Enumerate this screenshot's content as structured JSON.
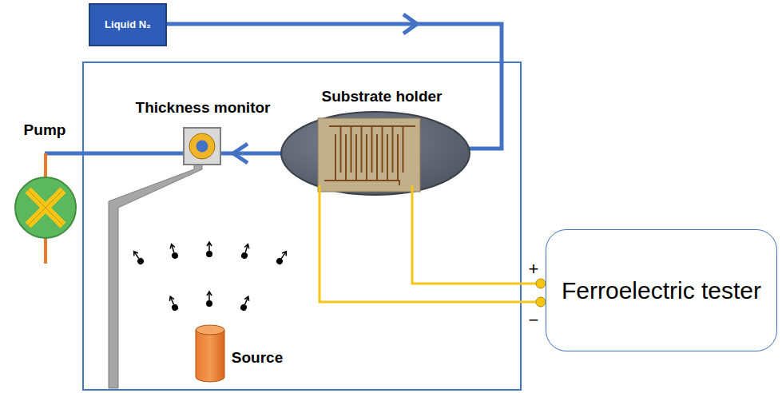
{
  "diagram": {
    "nodes": [
      {
        "text": [
          "Liquid N₂"
        ]
      },
      {
        "text": [
          "Ferroelectric tester"
        ]
      }
    ],
    "labels": [
      "Pump",
      "Thickness monitor",
      "Substrate holder",
      "Source",
      "+",
      "−"
    ]
  }
}
